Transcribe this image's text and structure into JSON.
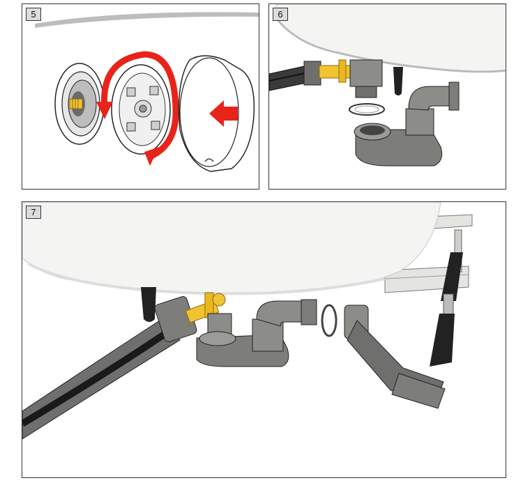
{
  "panels": [
    {
      "step": "5"
    },
    {
      "step": "6"
    },
    {
      "step": "7"
    }
  ],
  "colors": {
    "arrow": "#e8231a",
    "brass": "#f2c230",
    "plastic": "#7d7d7a",
    "hose": "#2b2b2b",
    "tub": "#f4f4f2"
  },
  "icons": [
    "rotate-arrow-icon",
    "push-arrow-icon"
  ]
}
